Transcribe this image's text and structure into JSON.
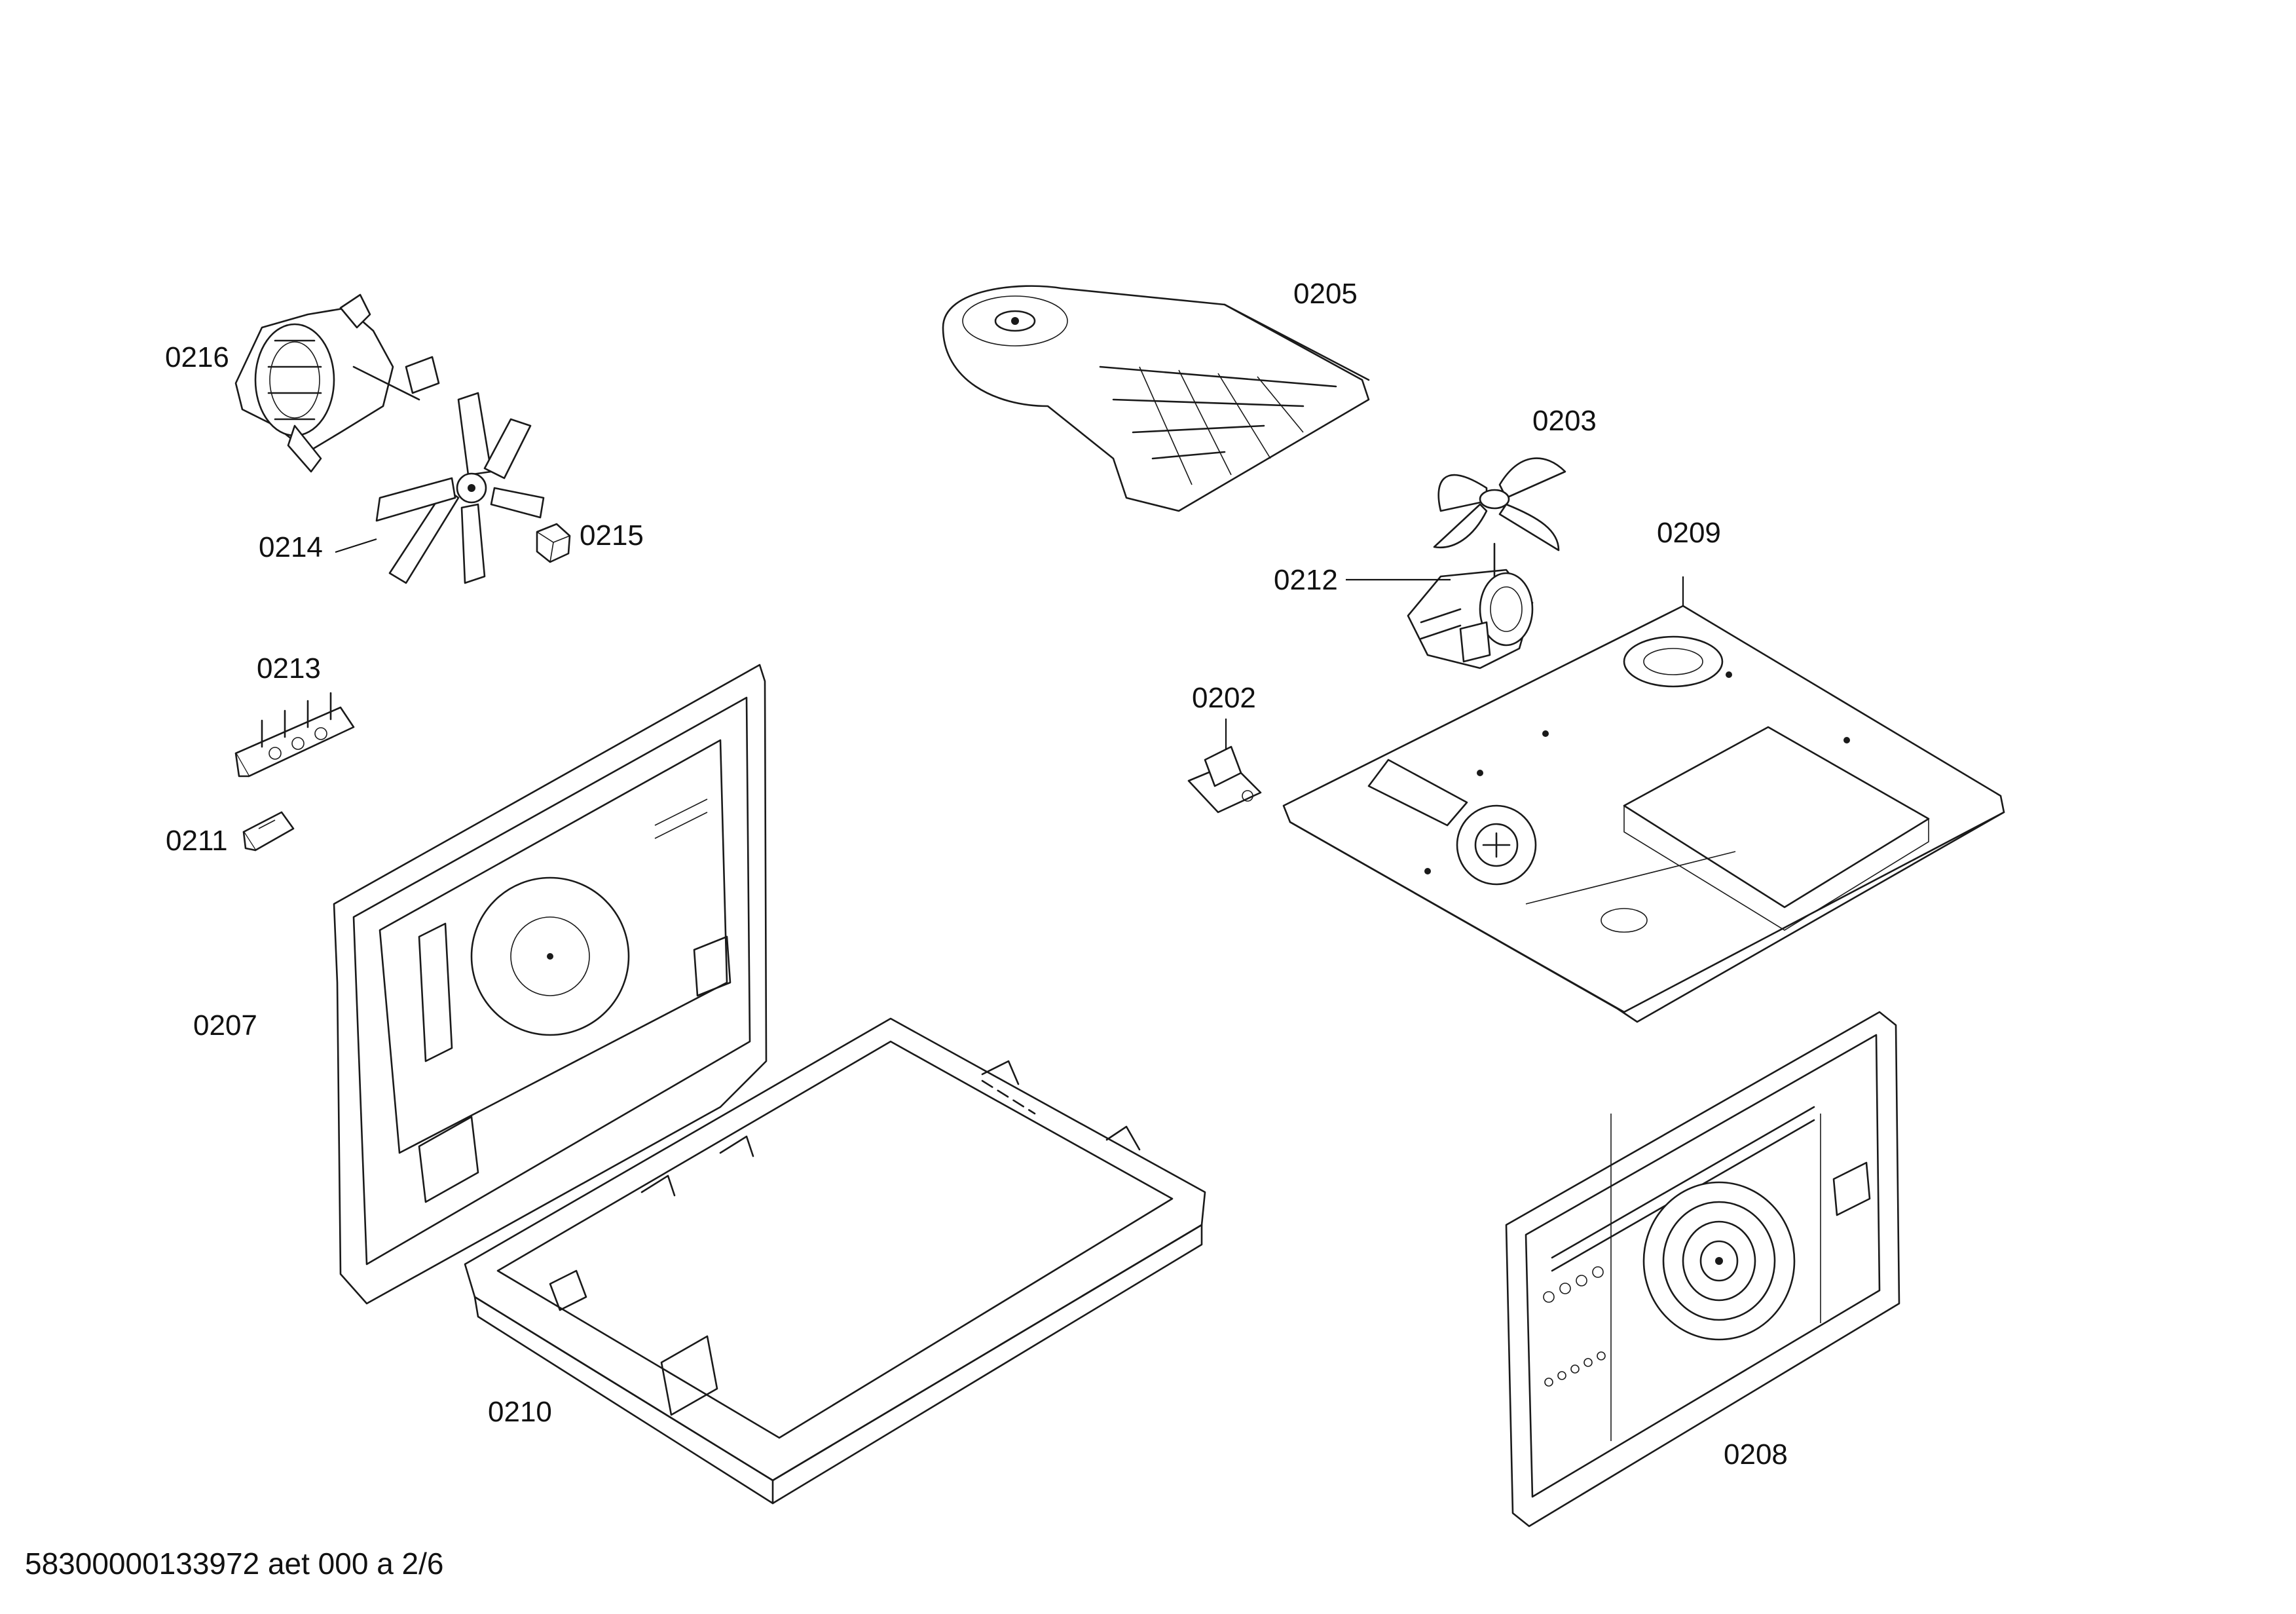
{
  "labels": {
    "p0202": "0202",
    "p0203": "0203",
    "p0205": "0205",
    "p0207": "0207",
    "p0208": "0208",
    "p0209": "0209",
    "p0210": "0210",
    "p0211": "0211",
    "p0212": "0212",
    "p0213": "0213",
    "p0214": "0214",
    "p0215": "0215",
    "p0216": "0216"
  },
  "footer": "58300000133972 aet 000 a 2/6"
}
